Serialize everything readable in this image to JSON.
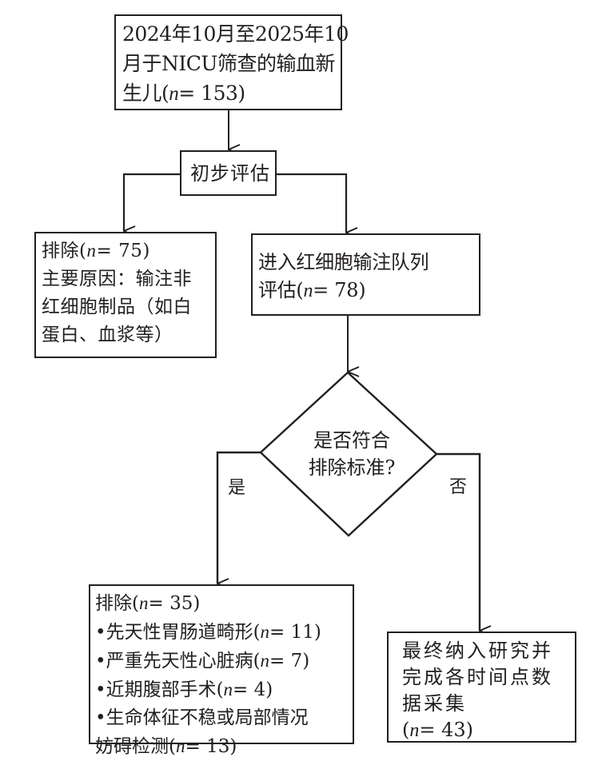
{
  "diagram": {
    "type": "flowchart",
    "nodes": {
      "screening": {
        "lines": [
          "2024年10月至2025年10",
          "月于NICU筛查的输血新",
          "生儿("
        ],
        "n_prefix": "n",
        "n_value": "= 153",
        "suffix": ")"
      },
      "initial_assessment": {
        "label": "初步评估"
      },
      "exclusion_1": {
        "title_prefix": "排除(",
        "n_prefix": "n",
        "n_value": "= 75",
        "title_suffix": ")",
        "lines": [
          "主要原因：输注非",
          "红细胞制品（如白",
          "蛋白、血浆等）"
        ]
      },
      "cohort": {
        "line1": "进入红细胞输注队列",
        "line2_prefix": "评估(",
        "n_prefix": "n",
        "n_value": "= 78",
        "line2_suffix": ")"
      },
      "decision": {
        "lines": [
          "是否符合",
          "排除标准?"
        ],
        "yes_label": "是",
        "no_label": "否"
      },
      "exclusion_2": {
        "title_prefix": "排除(",
        "n_prefix": "n",
        "n_value": "= 35",
        "title_suffix": ")",
        "items": [
          {
            "text": "•先天性胃肠道畸形(",
            "n": "= 11",
            "suffix": ")"
          },
          {
            "text": "•严重先天性心脏病(",
            "n": "= 7",
            "suffix": ")"
          },
          {
            "text": "•近期腹部手术(",
            "n": "= 4",
            "suffix": ")"
          },
          {
            "text": "•生命体征不稳或局部情况",
            "n": null,
            "suffix": ""
          },
          {
            "text": "妨碍检测(",
            "n": "= 13",
            "suffix": ")"
          }
        ]
      },
      "final": {
        "lines": [
          "最终纳入研究并",
          "完成各时间点数",
          "据采集"
        ],
        "n_line_prefix": "(",
        "n_prefix": "n",
        "n_value": "= 43",
        "n_line_suffix": ")"
      }
    },
    "colors": {
      "stroke": "#231f20",
      "background": "#ffffff"
    }
  }
}
